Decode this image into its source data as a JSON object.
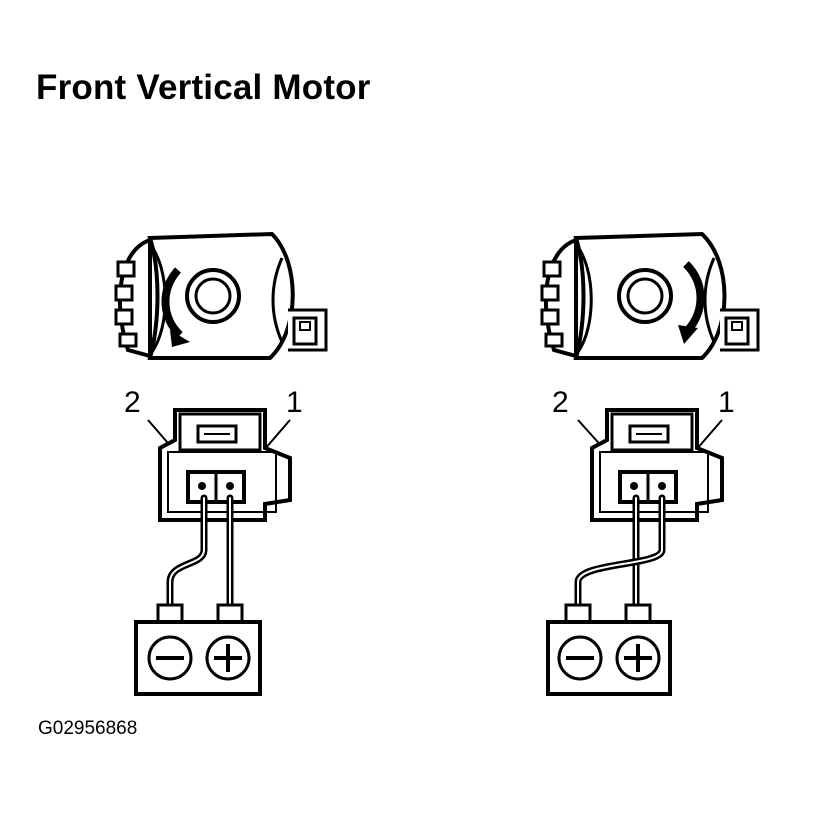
{
  "title": "Front Vertical Motor",
  "figure_code": "G02956868",
  "panels": [
    {
      "rotation": "counterclockwise",
      "terminal_labels": {
        "left": "2",
        "right": "1"
      },
      "battery": {
        "negative_symbol": "minus-icon",
        "positive_symbol": "plus-icon"
      },
      "wiring": "terminal 2 to battery negative, terminal 1 to battery positive"
    },
    {
      "rotation": "clockwise",
      "terminal_labels": {
        "left": "2",
        "right": "1"
      },
      "battery": {
        "negative_symbol": "minus-icon",
        "positive_symbol": "plus-icon"
      },
      "wiring": "terminal 1 to battery negative, terminal 2 to battery positive"
    }
  ]
}
